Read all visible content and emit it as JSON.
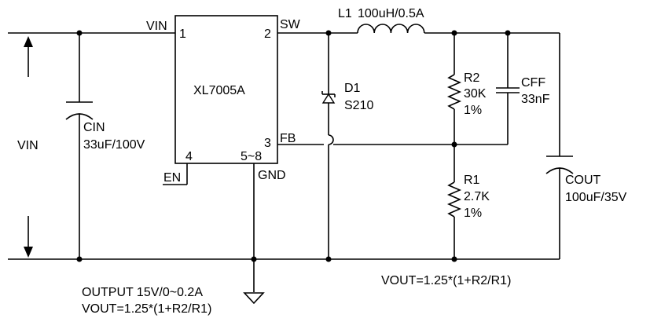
{
  "labels": {
    "vin_left": "VIN",
    "ic_name": "XL7005A",
    "pin_vin_name": "VIN",
    "pin1": "1",
    "pin2": "2",
    "pin_sw_name": "SW",
    "pin3": "3",
    "pin_fb_name": "FB",
    "pin4": "4",
    "pin_en_name": "EN",
    "pin58": "5~8",
    "pin_gnd_name": "GND",
    "l1": "L1",
    "l1_value": "100uH/0.5A",
    "d1": "D1",
    "d1_part": "S210",
    "r2": "R2",
    "r2_value": "30K",
    "r2_tol": "1%",
    "cff": "CFF",
    "cff_value": "33nF",
    "r1": "R1",
    "r1_value": "2.7K",
    "r1_tol": "1%",
    "cin": "CIN",
    "cin_value": "33uF/100V",
    "cout": "COUT",
    "cout_value": "100uF/35V",
    "output_line1": "OUTPUT 15V/0~0.2A",
    "output_line2": "VOUT=1.25*(1+R2/R1)",
    "formula_right": "VOUT=1.25*(1+R2/R1)"
  }
}
